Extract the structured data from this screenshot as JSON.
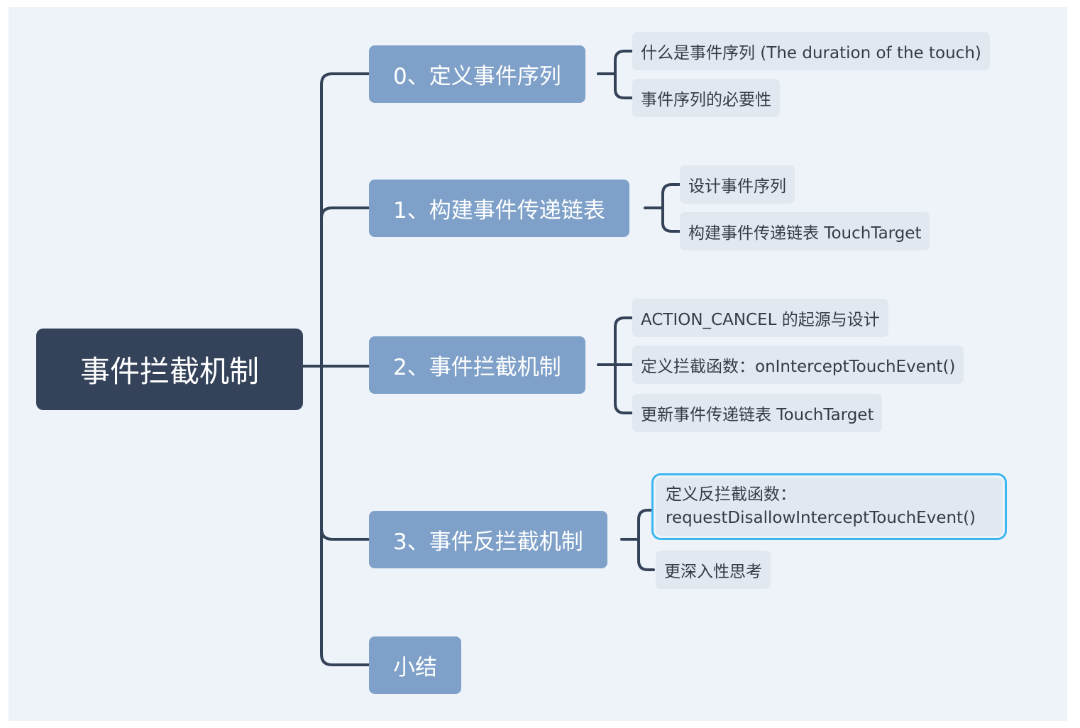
{
  "root": {
    "label": "事件拦截机制"
  },
  "branches": [
    {
      "label": "0、定义事件序列",
      "children": [
        "什么是事件序列 (The duration of the touch)",
        "事件序列的必要性"
      ]
    },
    {
      "label": "1、构建事件传递链表",
      "children": [
        "设计事件序列",
        "构建事件传递链表 TouchTarget"
      ]
    },
    {
      "label": "2、事件拦截机制",
      "children": [
        "ACTION_CANCEL 的起源与设计",
        "定义拦截函数：onInterceptTouchEvent()",
        "更新事件传递链表 TouchTarget"
      ]
    },
    {
      "label": "3、事件反拦截机制",
      "children": [
        {
          "line1": "定义反拦截函数：",
          "line2": "requestDisallowInterceptTouchEvent()"
        },
        "更深入性思考"
      ]
    },
    {
      "label": "小结",
      "children": []
    }
  ],
  "colors": {
    "canvas": "#edf3f9",
    "root": "#34435a",
    "branch": "#7fa1c9",
    "leaf": "#e1e8ef",
    "connector": "#344258",
    "selection": "#3cb6ee"
  }
}
